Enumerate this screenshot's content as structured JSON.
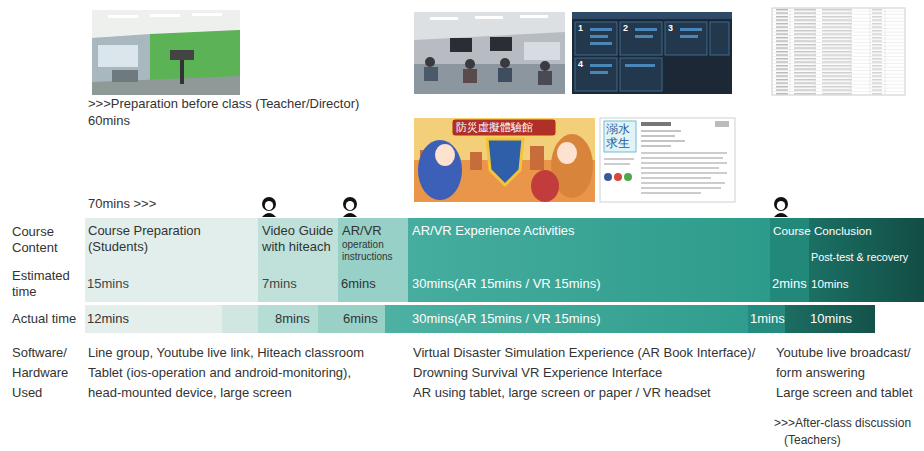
{
  "diagram": {
    "nodes": [
      {
        "text": [
          "Course Preparation (Students)",
          "15mins"
        ]
      },
      {
        "text": [
          "Video Guide with hiteach",
          "7mins"
        ]
      },
      {
        "text": [
          "AR/VR",
          "operation instructions",
          "6mins"
        ]
      },
      {
        "text": [
          "AR/VR Experience Activities",
          "30mins(AR 15mins / VR 15mins)"
        ]
      },
      {
        "text": [
          "Course Conclusion"
        ]
      },
      {
        "text": [
          "2mins"
        ],
        "in": 4
      },
      {
        "text": [
          "Post-test & recovery",
          "10mins"
        ],
        "in": 4
      },
      {
        "text": [
          "12mins"
        ]
      },
      {
        "text": [
          "8mins"
        ]
      },
      {
        "text": [
          "6mins"
        ]
      },
      {
        "text": [
          "30mins(AR 15mins / VR 15mins)"
        ]
      },
      {
        "text": [
          "1mins"
        ]
      },
      {
        "text": [
          "10mins"
        ]
      }
    ],
    "labels": [
      "1",
      "2",
      "3",
      "4",
      ">>>Preparation before class (Teacher/Director)",
      "60mins",
      "防災虛擬體驗館",
      "溺水求生",
      "70mins >>>",
      "Course Content",
      "Estimated time",
      "Actual time",
      "Software/ Hardware Used",
      "Line group, Youtube live link, Hiteach classroom",
      "Tablet (ios-operation and android-monitoring),",
      "head-mounted device, large screen",
      "Virtual Disaster Simulation Experience (AR Book Interface)/",
      "Drowning Survival VR Experience Interface",
      "AR using tablet, large screen or paper / VR headset",
      "Youtube live broadcast/",
      "form answering",
      "Large screen and tablet",
      ">>>After-class discussion",
      "(Teachers)"
    ]
  }
}
